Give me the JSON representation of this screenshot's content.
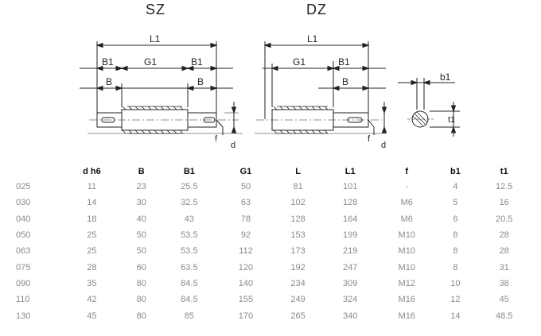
{
  "drawing": {
    "sz_title": "SZ",
    "dz_title": "DZ",
    "dim_labels": {
      "sz_l1": "L1",
      "sz_b1_left": "B1",
      "sz_g1": "G1",
      "sz_b1_right": "B1",
      "sz_b_left": "B",
      "sz_b_right": "B",
      "sz_f": "f",
      "sz_d": "d",
      "dz_l1": "L1",
      "dz_g1": "G1",
      "dz_b1": "B1",
      "dz_b": "B",
      "dz_f": "f",
      "dz_d": "d",
      "sec_b1": "b1",
      "sec_t1": "t1"
    }
  },
  "table": {
    "headers": [
      "",
      "d h6",
      "B",
      "B1",
      "G1",
      "L",
      "L1",
      "f",
      "b1",
      "t1"
    ],
    "rows": [
      [
        "025",
        "11",
        "23",
        "25.5",
        "50",
        "81",
        "101",
        "-",
        "4",
        "12.5"
      ],
      [
        "030",
        "14",
        "30",
        "32.5",
        "63",
        "102",
        "128",
        "M6",
        "5",
        "16"
      ],
      [
        "040",
        "18",
        "40",
        "43",
        "78",
        "128",
        "164",
        "M6",
        "6",
        "20.5"
      ],
      [
        "050",
        "25",
        "50",
        "53.5",
        "92",
        "153",
        "199",
        "M10",
        "8",
        "28"
      ],
      [
        "063",
        "25",
        "50",
        "53.5",
        "112",
        "173",
        "219",
        "M10",
        "8",
        "28"
      ],
      [
        "075",
        "28",
        "60",
        "63.5",
        "120",
        "192",
        "247",
        "M10",
        "8",
        "31"
      ],
      [
        "090",
        "35",
        "80",
        "84.5",
        "140",
        "234",
        "309",
        "M12",
        "10",
        "38"
      ],
      [
        "110",
        "42",
        "80",
        "84.5",
        "155",
        "249",
        "324",
        "M16",
        "12",
        "45"
      ],
      [
        "130",
        "45",
        "80",
        "85",
        "170",
        "265",
        "340",
        "M16",
        "14",
        "48.5"
      ]
    ]
  }
}
